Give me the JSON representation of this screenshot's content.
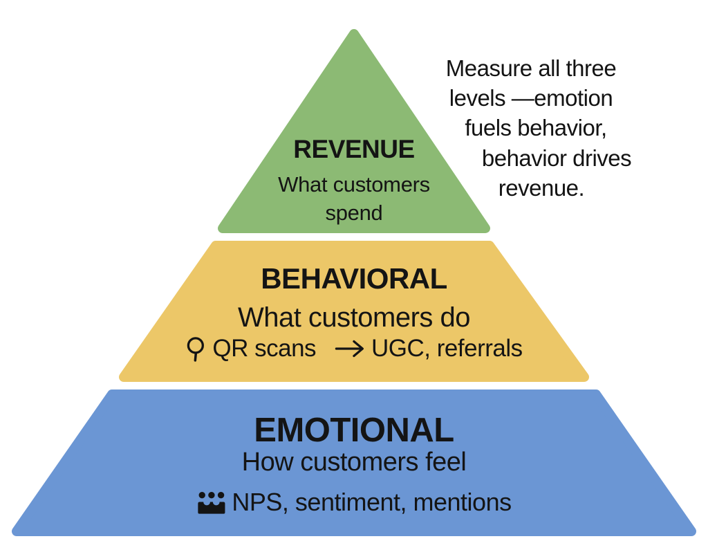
{
  "colors": {
    "revenue": "#8cba74",
    "behavioral": "#ecc768",
    "emotional": "#6b96d4",
    "text": "#141414",
    "background": "#ffffff"
  },
  "pyramid": {
    "levels": [
      {
        "name": "Revenue",
        "title": "REVENUE",
        "subtitle": "What customers spend"
      },
      {
        "name": "Behavioral",
        "title": "BEHAVIORAL",
        "subtitle": "What customers do",
        "metric_left": "QR scans",
        "metric_right": "UGC, referrals"
      },
      {
        "name": "Emotional",
        "title": "EMOTIONAL",
        "subtitle": "How customers feel",
        "metric": "NPS, sentiment, mentions"
      }
    ]
  },
  "annotation": {
    "full_text": "Measure all three levels —emotion fuels behavior, behavior drives revenue.",
    "lines": [
      "Measure all three",
      "levels —emotion",
      "fuels behavior,",
      "behavior drives",
      "revenue."
    ]
  },
  "icons": {
    "magnifier": "magnifier-icon",
    "arrow": "right-arrow-icon",
    "audience": "audience-icon"
  }
}
